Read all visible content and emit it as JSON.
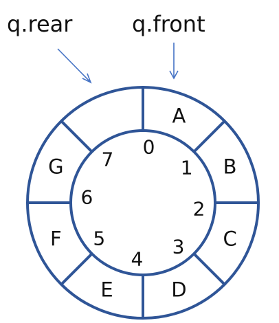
{
  "pointers": {
    "rear_label": "q.rear",
    "front_label": "q.front"
  },
  "queue": {
    "capacity": 8,
    "slots": [
      {
        "index": "0",
        "element": "A"
      },
      {
        "index": "1",
        "element": "B"
      },
      {
        "index": "2",
        "element": "C"
      },
      {
        "index": "3",
        "element": "D"
      },
      {
        "index": "4",
        "element": "E"
      },
      {
        "index": "5",
        "element": "F"
      },
      {
        "index": "6",
        "element": "G"
      },
      {
        "index": "7",
        "element": ""
      }
    ],
    "front_index": 0,
    "rear_index": 7
  },
  "colors": {
    "ring": "#2f5597",
    "arrow": "#4472c4",
    "text": "#111111"
  }
}
